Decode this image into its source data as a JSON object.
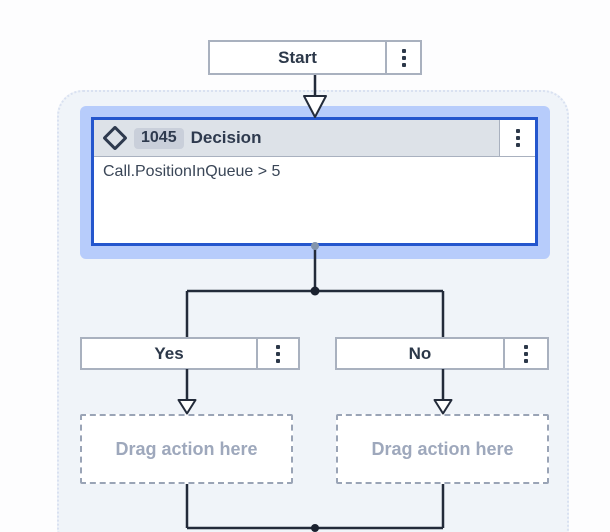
{
  "flow": {
    "start": {
      "label": "Start"
    },
    "decision": {
      "badge": "1045",
      "title": "Decision",
      "condition": "Call.PositionInQueue > 5"
    },
    "branches": [
      {
        "label": "Yes"
      },
      {
        "label": "No"
      }
    ],
    "placeholders": [
      {
        "label": "Drag action here"
      },
      {
        "label": "Drag action here"
      }
    ]
  },
  "icons": {
    "menu": "kebab-vertical-dots",
    "decision_type": "diamond-outline"
  },
  "colors": {
    "canvas_background": "#fdfdfe",
    "dropzone_fill": "#f0f4f9",
    "dropzone_dotted_border": "#d9e1f1",
    "selection_halo": "#b7ccfb",
    "selected_node_border": "#2456cd",
    "node_border_gray": "#a9b1bf",
    "header_fill": "#dde2e8",
    "badge_fill": "#c9cfda",
    "text_navy": "#2e3a4e",
    "connector_line": "#232b3a",
    "placeholder_text": "#9ea8bc"
  }
}
